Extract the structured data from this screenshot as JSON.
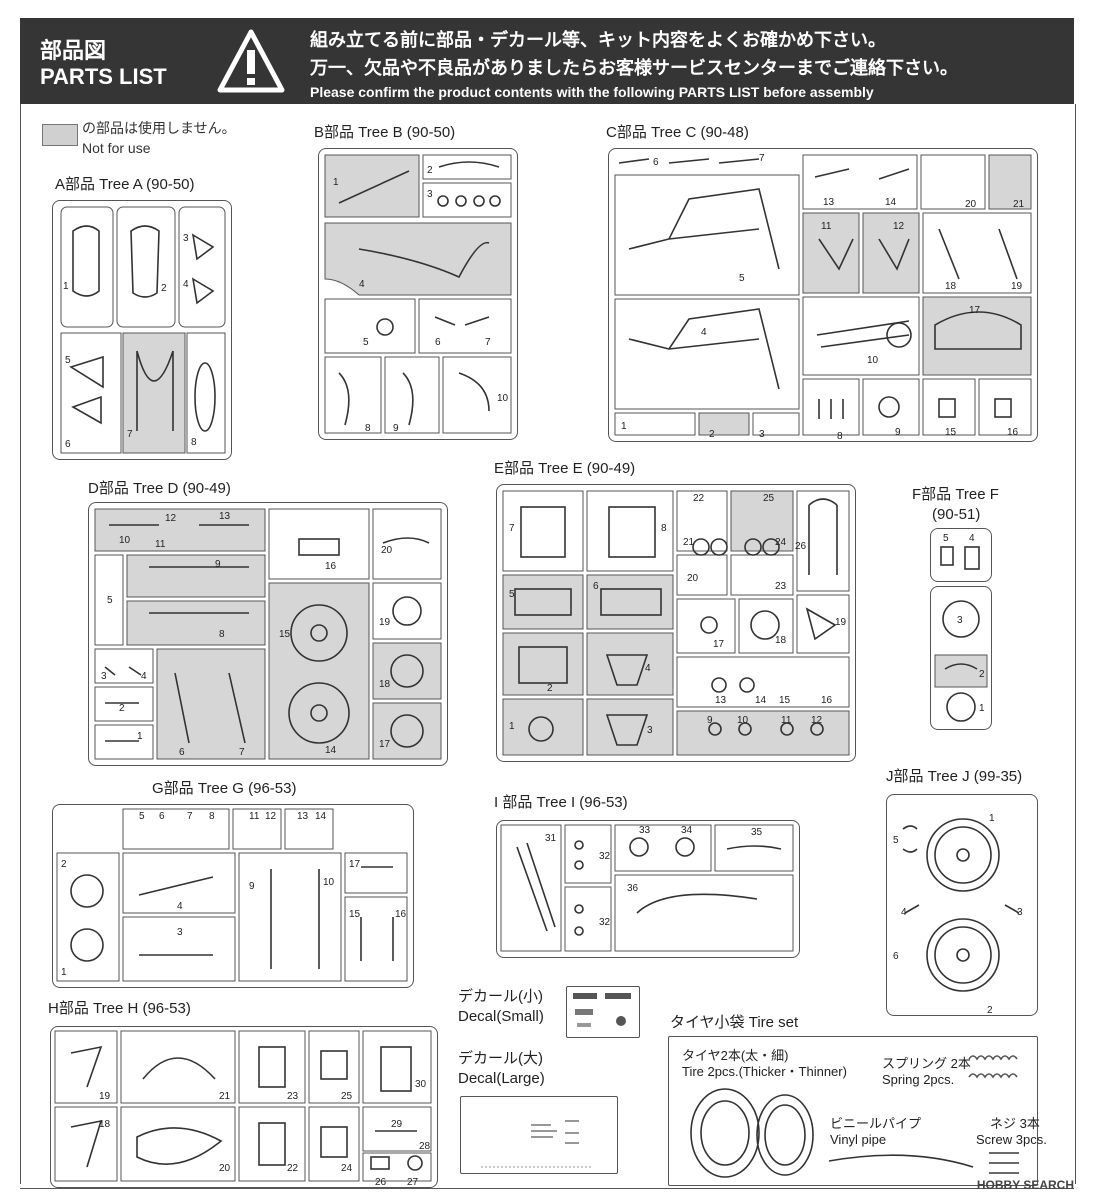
{
  "header": {
    "title_jp": "部品図",
    "title_en": "PARTS LIST",
    "line1": "組み立てる前に部品・デカール等、キット内容をよくお確かめ下さい。",
    "line2": "万一、欠品や不良品がありましたらお客様サービスセンターまでご連絡下さい。",
    "line3": "Please confirm the product contents with the following PARTS LIST before assembly",
    "warning_icon": "warning-triangle-icon"
  },
  "legend": {
    "jp": "の部品は使用しません。",
    "en": "Not for use",
    "color": "#d0d0d0"
  },
  "trees": {
    "a": "A部品 Tree A (90-50)",
    "b": "B部品 Tree B (90-50)",
    "c": "C部品 Tree C (90-48)",
    "d": "D部品 Tree D (90-49)",
    "e": "E部品 Tree E (90-49)",
    "f1": "F部品 Tree F",
    "f2": "(90-51)",
    "g": "G部品 Tree G (96-53)",
    "h": "H部品 Tree H (96-53)",
    "i": "I 部品 Tree I (96-53)",
    "j": "J部品 Tree J (99-35)"
  },
  "decals": {
    "small_jp": "デカール(小)",
    "small_en": "Decal(Small)",
    "large_jp": "デカール(大)",
    "large_en": "Decal(Large)"
  },
  "tire_set": {
    "title": "タイヤ小袋 Tire set",
    "tire_jp": "タイヤ2本(太・細)",
    "tire_en": "Tire 2pcs.(Thicker・Thinner)",
    "spring_jp": "スプリング 2本",
    "spring_en": "Spring 2pcs.",
    "vinyl_jp": "ビニールパイプ",
    "vinyl_en": "Vinyl pipe",
    "screw_jp": "ネジ 3本",
    "screw_en": "Screw 3pcs."
  },
  "watermark": "HOBBY SEARCH"
}
